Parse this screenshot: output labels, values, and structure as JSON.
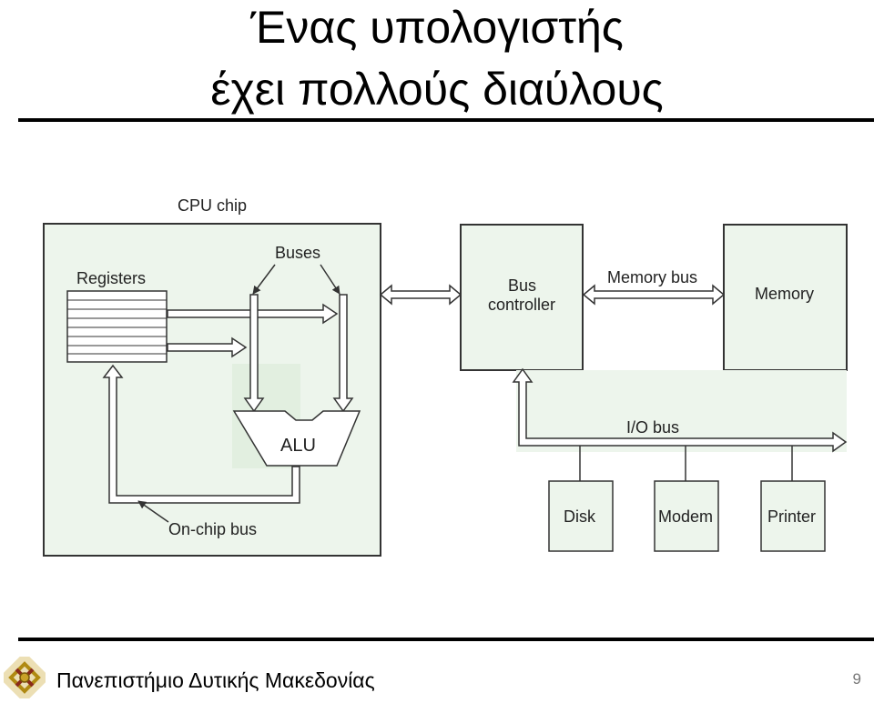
{
  "slide": {
    "title_line1": "Ένας υπολογιστής",
    "title_line2": "έχει πολλούς διαύλους",
    "footer": "Πανεπιστήμιο Δυτικής Μακεδονίας",
    "page_number": "9",
    "logo_icon": "university-knot-logo-icon"
  },
  "diagram": {
    "cpu_chip": "CPU chip",
    "buses": "Buses",
    "registers": "Registers",
    "alu": "ALU",
    "on_chip_bus": "On-chip bus",
    "bus_controller_line1": "Bus",
    "bus_controller_line2": "controller",
    "memory_bus": "Memory bus",
    "memory": "Memory",
    "io_bus": "I/O bus",
    "disk": "Disk",
    "modem": "Modem",
    "printer": "Printer"
  },
  "colors": {
    "panel_fill": "#edf5ec",
    "stroke": "#333333",
    "arrow_fill": "#ffffff"
  }
}
